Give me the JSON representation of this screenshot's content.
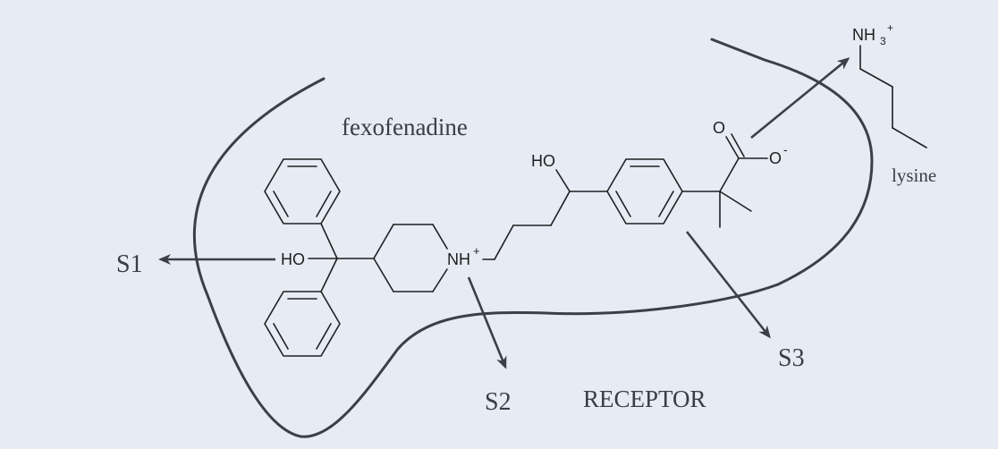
{
  "labels": {
    "molecule": "fexofenadine",
    "receptor": "RECEPTOR",
    "lysine": "lysine",
    "s1": "S1",
    "s2": "S2",
    "s3": "S3"
  },
  "atoms": {
    "hydroxyl_left": "HO",
    "hydroxyl_chain": "HO",
    "ammonium": "NH",
    "ammonium_charge": "+",
    "carbonyl_o": "O",
    "carboxylate_o": "O",
    "carboxylate_charge": "-",
    "lysine_nh": "NH",
    "lysine_sub": "3",
    "lysine_charge": "+"
  },
  "colors": {
    "background": "#e6ebf4",
    "outline": "#3d3f46",
    "bond": "#202020",
    "label": "#3a3d44"
  }
}
